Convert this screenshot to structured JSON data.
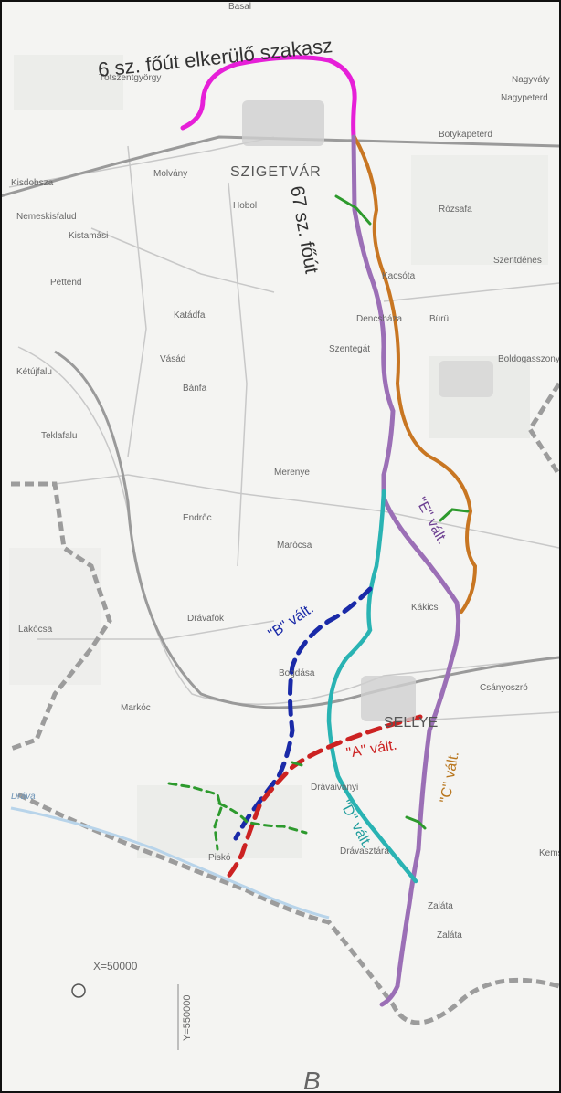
{
  "title": "6 sz. főút elkerülő szakasz",
  "labels": {
    "szigetvar": "SZIGETVÁR",
    "route67": "67 sz. főút",
    "variantE": "\"E\" vált.",
    "variantB": "\"B\" vált.",
    "variantA": "\"A\" vált.",
    "variantC": "\"C\" vált.",
    "variantD": "\"D\" vált.",
    "sellye": "SELLYE",
    "x_coord": "X=50000",
    "y_coord": "Y=550000",
    "river_letter": "B"
  },
  "places": [
    {
      "name": "Tótszentgyörgy"
    },
    {
      "name": "Molvány"
    },
    {
      "name": "Hobol"
    },
    {
      "name": "Rózsafa"
    },
    {
      "name": "Szentdénes"
    },
    {
      "name": "Nagypeterd"
    },
    {
      "name": "Botykapeterd"
    },
    {
      "name": "Nagyváty"
    },
    {
      "name": "Kisdobsza"
    },
    {
      "name": "Nemeskisfalud"
    },
    {
      "name": "Kistamási"
    },
    {
      "name": "Pettend"
    },
    {
      "name": "Kacsóta"
    },
    {
      "name": "Dencsháza"
    },
    {
      "name": "Boldogasszonyfa"
    },
    {
      "name": "Bürü"
    },
    {
      "name": "Szentegát"
    },
    {
      "name": "Katádfa"
    },
    {
      "name": "Vásád"
    },
    {
      "name": "Bánfa"
    },
    {
      "name": "Basal"
    },
    {
      "name": "Kétújfalu"
    },
    {
      "name": "Teklafalu"
    },
    {
      "name": "Endrőc"
    },
    {
      "name": "Merenye"
    },
    {
      "name": "Marócsa"
    },
    {
      "name": "Drávafok"
    },
    {
      "name": "Kákics"
    },
    {
      "name": "Bogdása"
    },
    {
      "name": "Lakócsa"
    },
    {
      "name": "Markóc"
    },
    {
      "name": "Csányoszró"
    },
    {
      "name": "Drávaiványi"
    },
    {
      "name": "Drávasztára"
    },
    {
      "name": "Zaláta"
    },
    {
      "name": "Kemse"
    },
    {
      "name": "Piskó"
    },
    {
      "name": "Dráva"
    },
    {
      "name": "Zaláta"
    }
  ],
  "colors": {
    "bypass6": "#e61fd8",
    "route67": "#9b6fb6",
    "variantC": "#c87622",
    "variantD": "#29b3b3",
    "variantB": "#1a2aa8",
    "variantA": "#cc2222",
    "green": "#2d9a2d",
    "labelC": "#b8761e",
    "labelD": "#1f9d9d"
  }
}
